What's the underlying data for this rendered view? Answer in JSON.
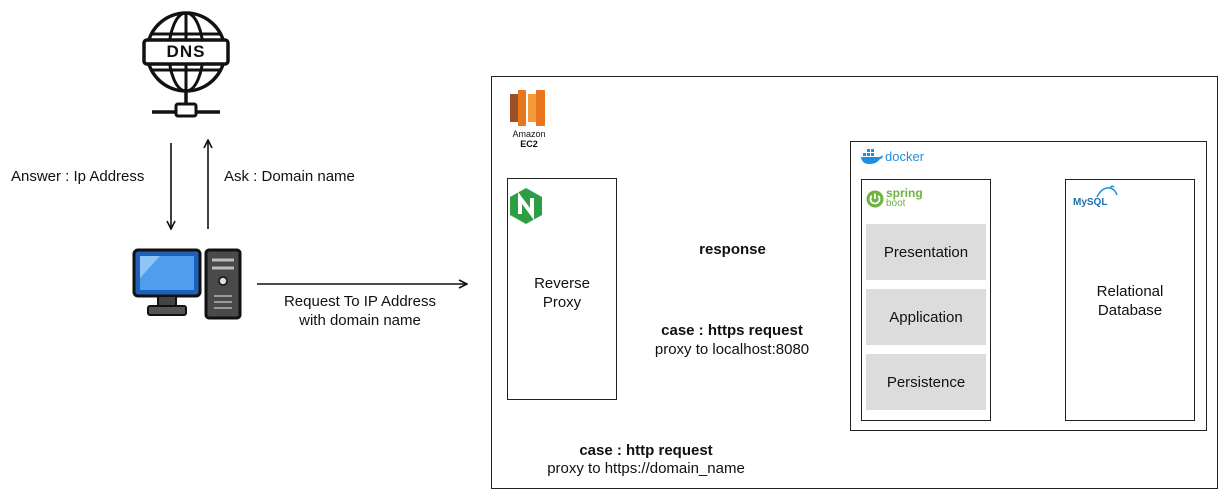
{
  "dns": {
    "label": "DNS"
  },
  "client": {
    "answer_label": "Answer : Ip Address",
    "ask_label": "Ask : Domain name",
    "request_line1": "Request To IP Address",
    "request_line2": "with domain name"
  },
  "ec2": {
    "brand": "Amazon",
    "name": "EC2",
    "color": "#E7761E"
  },
  "nginx": {
    "line1": "Reverse",
    "line2": "Proxy",
    "color": "#2E9E44"
  },
  "arrows": {
    "response": "response",
    "https_title": "case : https request",
    "https_detail": "proxy to localhost:8080",
    "http_title": "case : http request",
    "http_detail": "proxy to https://domain_name"
  },
  "docker": {
    "label": "docker",
    "color": "#1D8FE1"
  },
  "spring": {
    "line1": "spring",
    "line2": "boot",
    "color": "#6DB33F"
  },
  "layers": [
    "Presentation",
    "Application",
    "Persistence"
  ],
  "database": {
    "logo": "MySQL",
    "line1": "Relational",
    "line2": "Database"
  }
}
